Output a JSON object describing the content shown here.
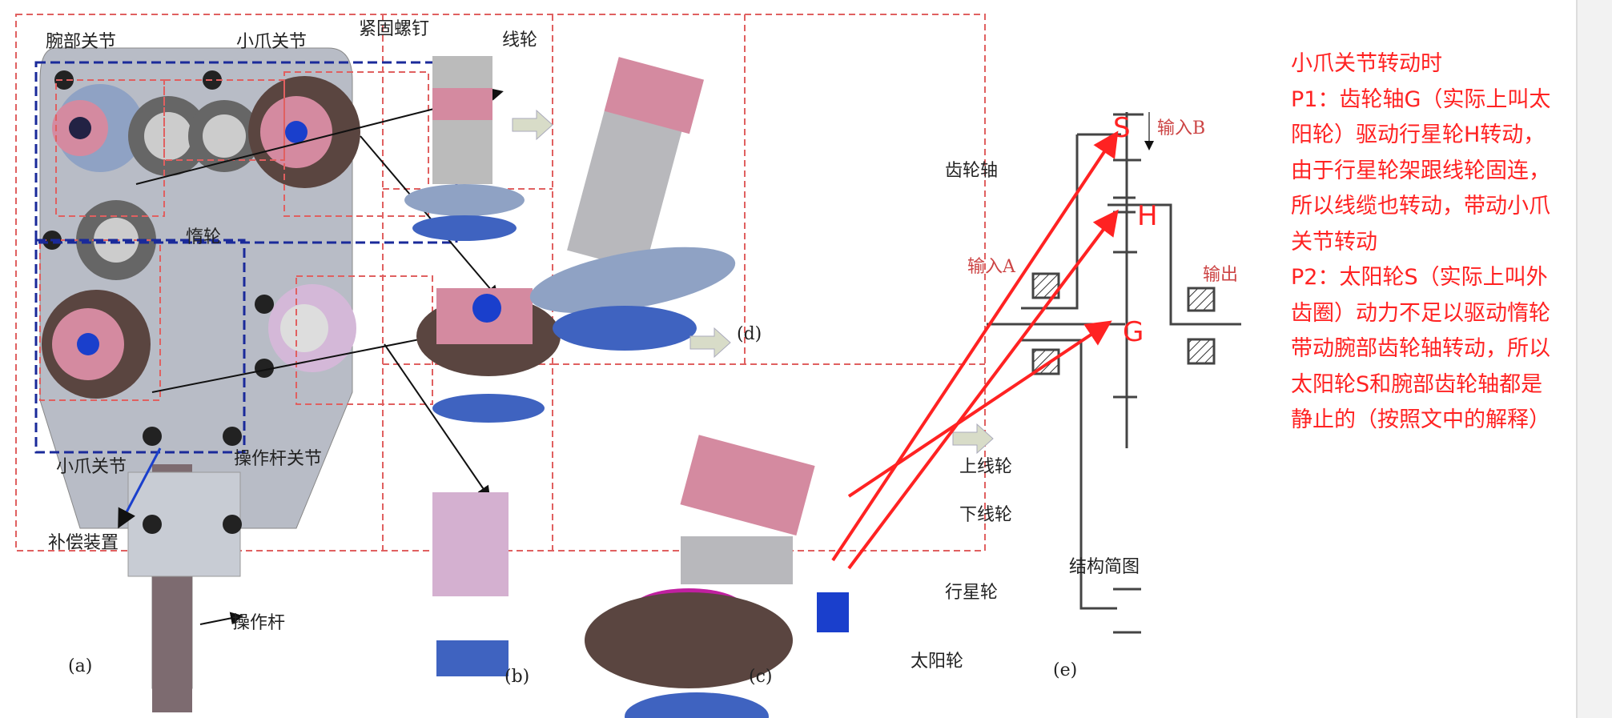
{
  "figure": {
    "labels": {
      "wrist_joint": "腕部关节",
      "claw_joint_top": "小爪关节",
      "set_screw": "紧固螺钉",
      "spool": "线轮",
      "idler": "惰轮",
      "claw_joint_bottom": "小爪关节",
      "lever_joint": "操作杆关节",
      "compensator": "补偿装置",
      "lever": "操作杆",
      "gear_shaft": "齿轮轴",
      "input_b": "输入B",
      "input_a": "输入A",
      "output": "输出",
      "upper_spool": "上线轮",
      "lower_spool": "下线轮",
      "planet_gear": "行星轮",
      "sun_gear": "太阳轮",
      "schematic": "结构简图"
    },
    "panels": {
      "a": "(a)",
      "b": "(b)",
      "c": "(c)",
      "d": "(d)",
      "e": "(e)"
    },
    "annotations": {
      "s": "S",
      "h": "H",
      "g": "G"
    }
  },
  "note": [
    "小爪关节转动时",
    "P1：齿轮轴G（实际上叫太",
    "阳轮）驱动行星轮H转动，",
    "由于行星轮架跟线轮固连，",
    "所以线缆也转动，带动小爪",
    "关节转动",
    "P2：太阳轮S（实际上叫外",
    "齿圈）动力不足以驱动惰轮",
    "带动腕部齿轮轴转动，所以",
    "太阳轮S和腕部齿轮轴都是",
    "静止的（按照文中的解释）"
  ],
  "colors": {
    "annotation": "#ff2222",
    "dash": "#e06060",
    "blue_dash": "#1a2a9a"
  }
}
